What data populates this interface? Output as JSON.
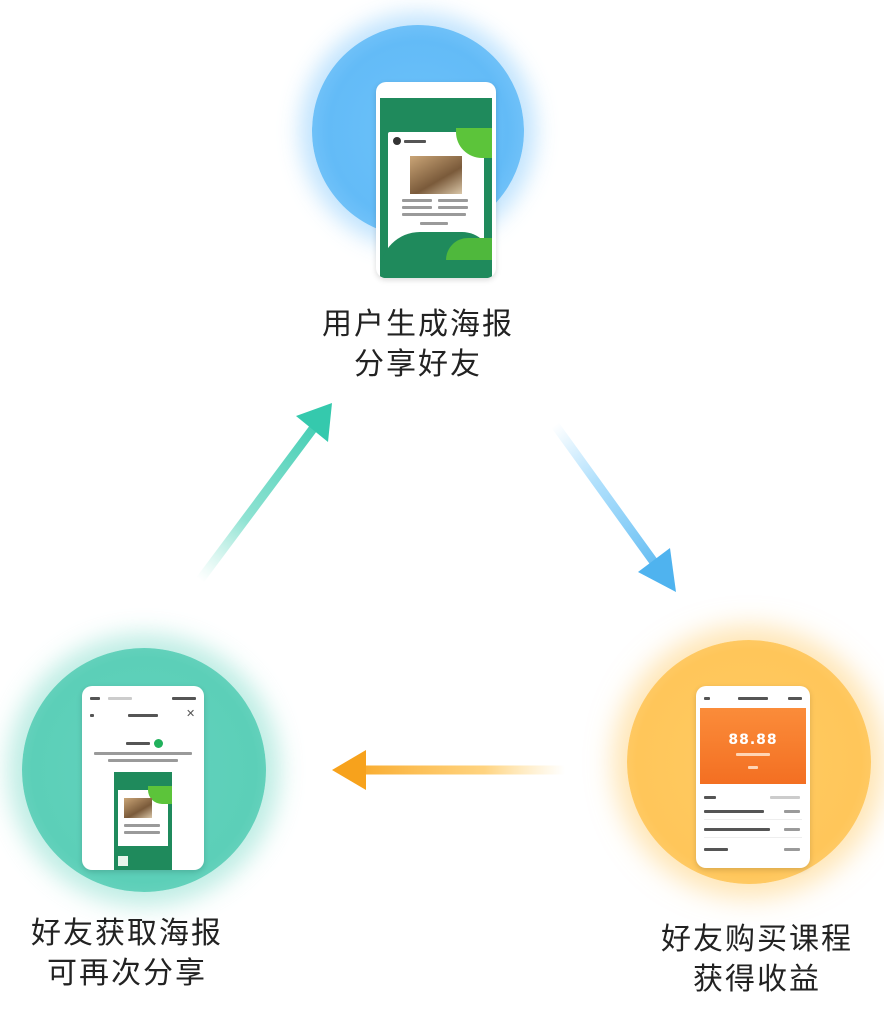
{
  "steps": [
    {
      "line1": "用户生成海报",
      "line2": "分享好友",
      "color": "#63bbf7"
    },
    {
      "line1": "好友购买课程",
      "line2": "获得收益",
      "color": "#ffc65a"
    },
    {
      "line1": "好友获取海报",
      "line2": "可再次分享",
      "color": "#5ccfb8"
    }
  ],
  "arrows": [
    {
      "from": "用户生成海报",
      "to": "好友购买课程",
      "color": "#5ab8f0"
    },
    {
      "from": "好友购买课程",
      "to": "好友获取海报",
      "color": "#f5a623"
    },
    {
      "from": "好友获取海报",
      "to": "用户生成海报",
      "color": "#3dcdb0"
    }
  ],
  "income_card": {
    "amount": "88.88"
  }
}
